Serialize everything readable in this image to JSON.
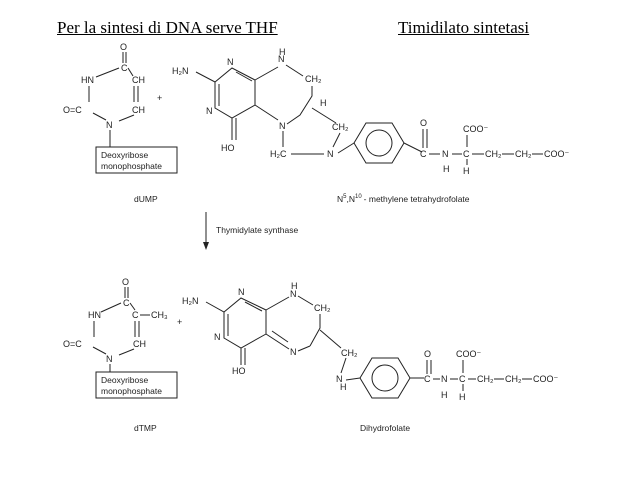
{
  "title_left": "Per  la sintesi di DNA serve THF",
  "title_right": "Timidilato sintetasi",
  "top": {
    "box_line1": "Deoxyribose",
    "box_line2": "monophosphate",
    "label_left": "dUMP",
    "label_right_prefix": "N",
    "label_right_sup1": "5",
    "label_right_mid": ",N",
    "label_right_sup2": "10",
    "label_right_suffix": "- methylene tetrahydrofolate"
  },
  "enzyme_label": "Thymidylate synthase",
  "bottom": {
    "box_line1": "Deoxyribose",
    "box_line2": "monophosphate",
    "label_left": "dTMP",
    "label_right": "Dihydrofolate"
  },
  "atoms": {
    "O": "O",
    "HN": "HN",
    "CH": "CH",
    "C": "C",
    "N": "N",
    "H": "H",
    "O_eq_C": "O=C",
    "H2N": "H₂N",
    "HO": "HO",
    "CH2": "CH₂",
    "H2C": "H₂C",
    "CH3": "CH₃",
    "COO": "COO⁻",
    "plus": "+"
  }
}
